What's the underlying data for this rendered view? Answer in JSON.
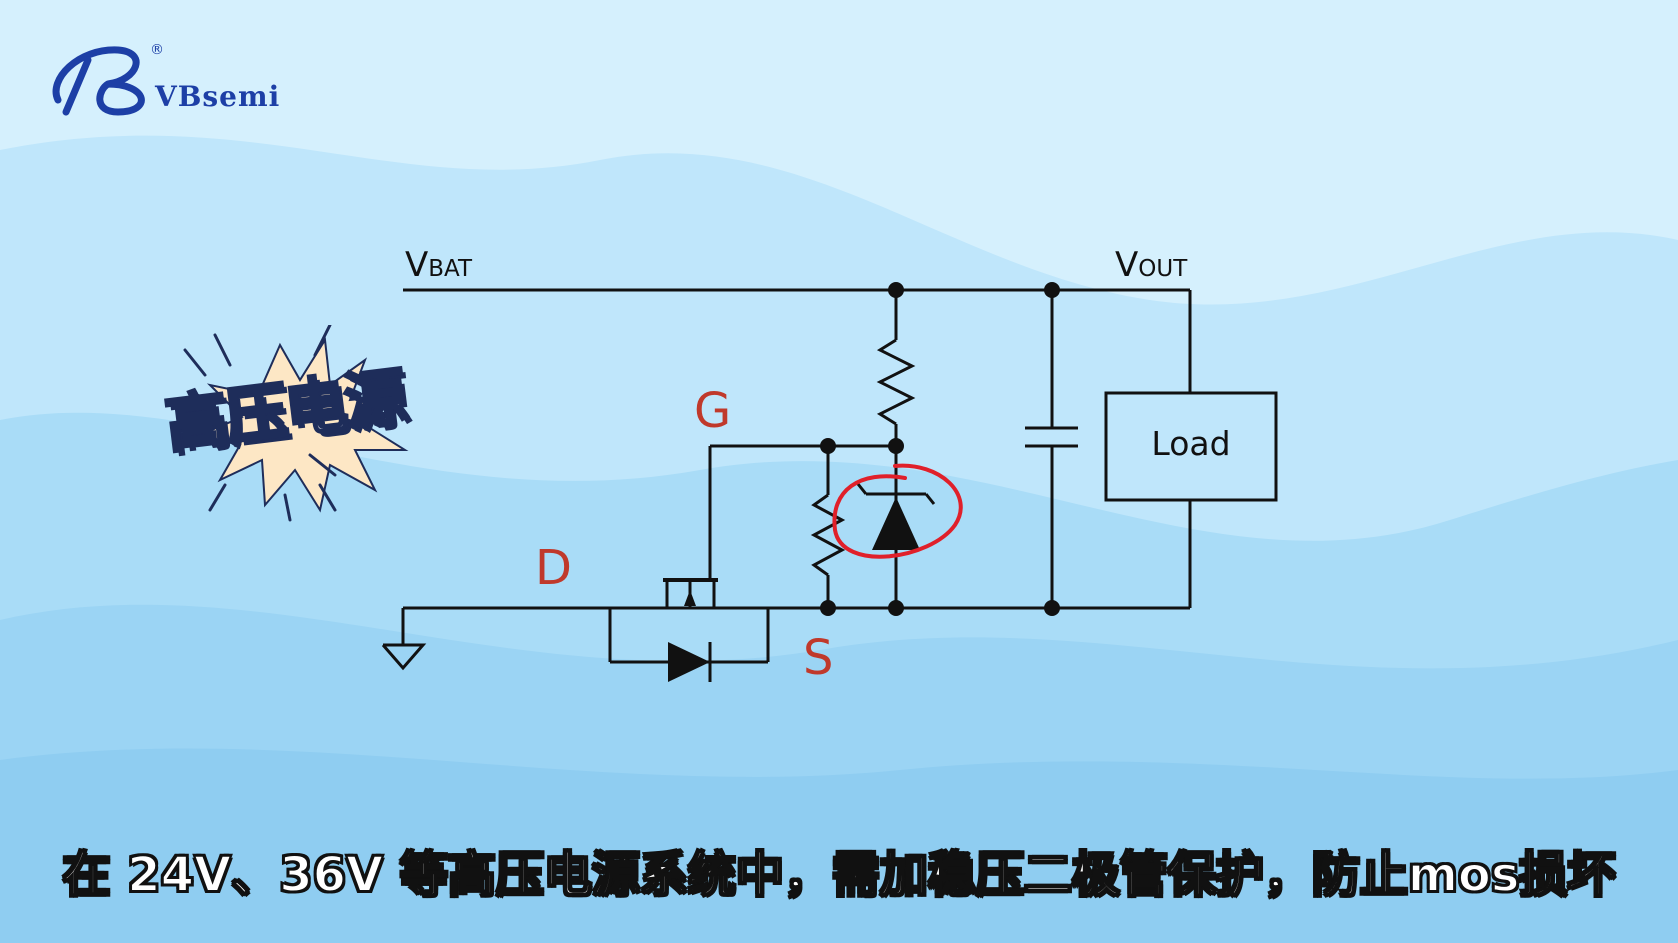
{
  "brand": {
    "name": "VBsemi",
    "registered": "®",
    "logo_icon": "vb-logo-icon"
  },
  "badge": {
    "text": "高压电源",
    "icon": "starburst-icon"
  },
  "circuit": {
    "vbat": {
      "main": "V",
      "sub": "BAT"
    },
    "vout": {
      "main": "V",
      "sub": "OUT"
    },
    "load_label": "Load",
    "pin_g": "G",
    "pin_d": "D",
    "pin_s": "S",
    "highlight_color": "#e0202a",
    "wire_color": "#111111"
  },
  "subtitle": "在 24V、36V 等高压电源系统中，需加稳压二极管保护，防止mos损坏"
}
